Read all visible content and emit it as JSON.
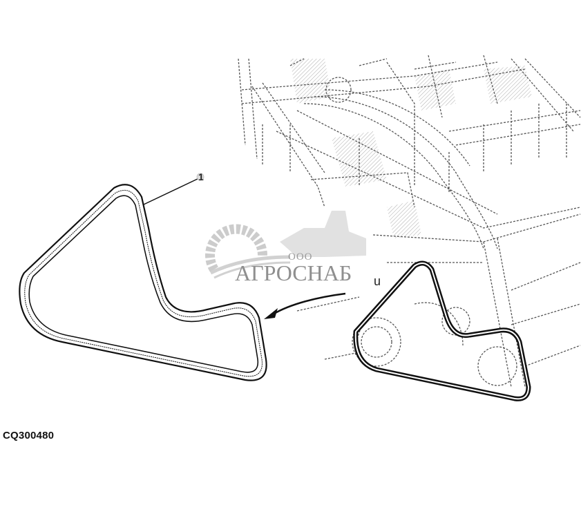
{
  "figure": {
    "id_label": "CQ300480",
    "callouts": [
      {
        "number": "1",
        "target": "drive belt (removed)"
      }
    ],
    "orientation_label": "u"
  },
  "watermark": {
    "prefix": "ООО",
    "brand": "АГРОСНАБ",
    "color": "#8f8f8f"
  },
  "colors": {
    "line": "#111111",
    "background": "#ffffff",
    "hatch": "#555555"
  }
}
